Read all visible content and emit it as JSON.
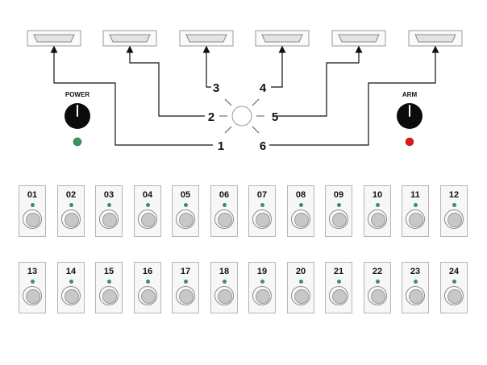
{
  "power": {
    "label": "POWER",
    "led_color": "#2e9a5c"
  },
  "arm": {
    "label": "ARM",
    "led_color": "#ee1111"
  },
  "selector": {
    "positions": [
      "1",
      "2",
      "3",
      "4",
      "5",
      "6"
    ]
  },
  "connectors": [
    "connector-a",
    "connector-b",
    "connector-c",
    "connector-d",
    "connector-e",
    "connector-f"
  ],
  "channels": {
    "row1": [
      "01",
      "02",
      "03",
      "04",
      "05",
      "06",
      "07",
      "08",
      "09",
      "10",
      "11",
      "12"
    ],
    "row2": [
      "13",
      "14",
      "15",
      "16",
      "17",
      "18",
      "19",
      "20",
      "21",
      "22",
      "23",
      "24"
    ]
  },
  "colors": {
    "wire": "#111111",
    "panel_border": "#b5b5b5",
    "channel_led": "#3a8f6a"
  }
}
